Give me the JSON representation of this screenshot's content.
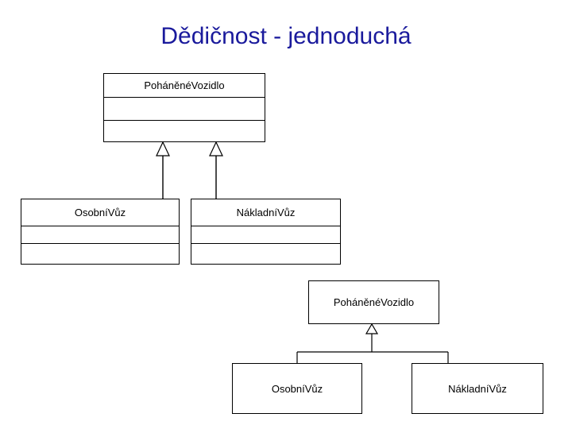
{
  "slide": {
    "title": "Dědičnost - jednoduchá",
    "title_color": "#1a1a9c",
    "background_color": "#ffffff",
    "line_color": "#000000",
    "text_color": "#000000"
  },
  "diagram_top": {
    "name": "uml-inheritance-expanded",
    "superclass": {
      "name": "PoháněnéVozidlo",
      "compartments": [
        "PoháněnéVozidlo",
        "",
        ""
      ]
    },
    "subclasses": [
      {
        "name": "OsobníVůz",
        "compartments": [
          "OsobníVůz",
          "",
          ""
        ]
      },
      {
        "name": "NákladníVůz",
        "compartments": [
          "NákladníVůz",
          "",
          ""
        ]
      }
    ],
    "relationship": "generalization",
    "arrow_style": "hollow-triangle",
    "connector_style": "separate-lines"
  },
  "diagram_bottom": {
    "name": "uml-inheritance-compact",
    "superclass": {
      "name": "PoháněnéVozidlo",
      "compartments": [
        "PoháněnéVozidlo"
      ]
    },
    "subclasses": [
      {
        "name": "OsobníVůz",
        "compartments": [
          "OsobníVůz"
        ]
      },
      {
        "name": "NákladníVůz",
        "compartments": [
          "NákladníVůz"
        ]
      }
    ],
    "relationship": "generalization",
    "arrow_style": "hollow-triangle",
    "connector_style": "shared-tree"
  }
}
